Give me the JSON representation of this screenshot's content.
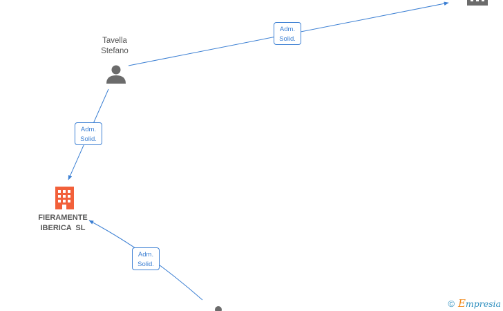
{
  "nodes": {
    "tavella": {
      "type": "person",
      "line1": "Tavella",
      "line2": "Stefano",
      "color": "#6b6b6b"
    },
    "fieramente": {
      "type": "company",
      "line1": "FIERAMENTE",
      "line2": "IBERICA  SL",
      "color": "#f2603a"
    },
    "top_right": {
      "type": "company",
      "color": "#6b6b6b"
    },
    "bottom": {
      "type": "person",
      "color": "#6b6b6b"
    }
  },
  "edges": [
    {
      "name": "edge-tavella-to-top-right",
      "role_line1": "Adm.",
      "role_line2": "Solid."
    },
    {
      "name": "edge-tavella-to-fieramente",
      "role_line1": "Adm.",
      "role_line2": "Solid."
    },
    {
      "name": "edge-bottom-to-fieramente",
      "role_line1": "Adm.",
      "role_line2": "Solid."
    }
  ],
  "footer": {
    "copyright_symbol": "©",
    "brand_first": "E",
    "brand_rest": "mpresia"
  },
  "colors": {
    "edge": "#3b7fd3",
    "company_highlight": "#f2603a",
    "node_gray": "#6b6b6b"
  }
}
